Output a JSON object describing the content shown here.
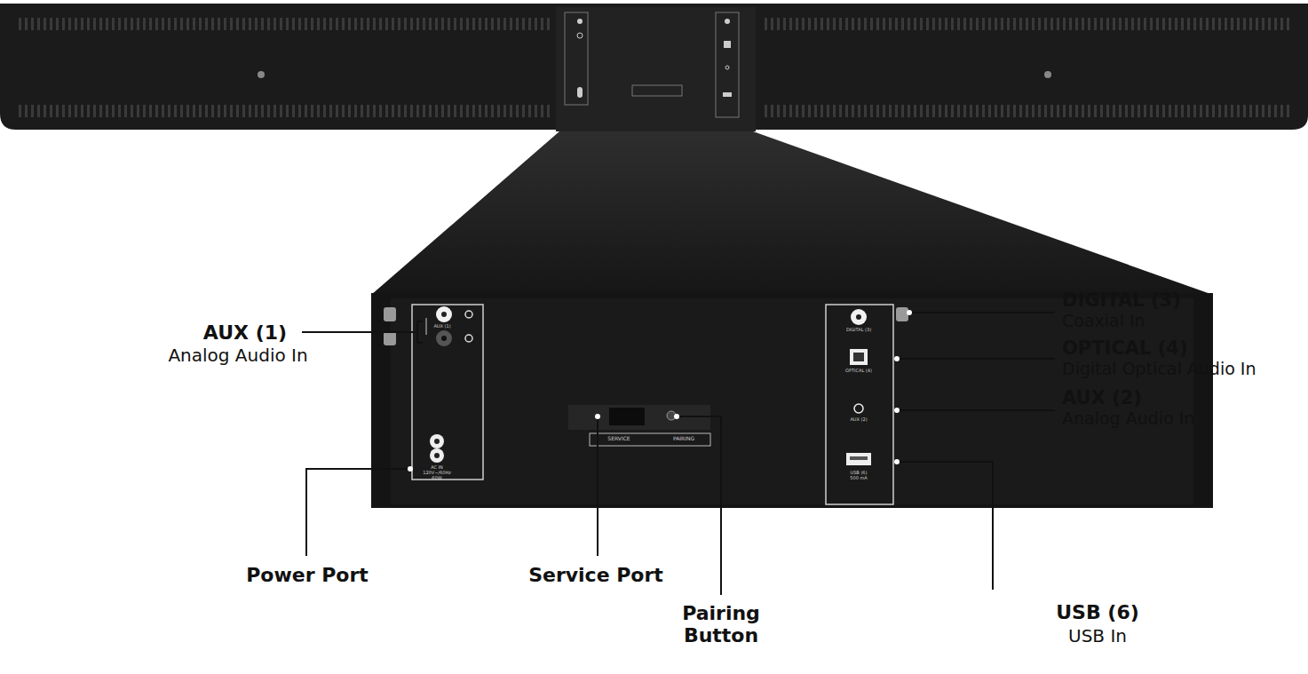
{
  "diagram": {
    "labels": [
      "AUX (1)",
      "Analog Audio In",
      "AUX (1)",
      "AC IN 120V~/60Hz 60W",
      "SERVICE",
      "PAIRING",
      "DIGITAL (3)",
      "OPTICAL (4)",
      "AUX (2)",
      "USB (6) 500 mA",
      "DIGITAL (3)",
      "Coaxial In",
      "OPTICAL (4)",
      "Digital Optical Audio In",
      "AUX (2)",
      "Analog Audio In",
      "Power Port",
      "Service Port",
      "Pairing Button",
      "USB (6)",
      "USB In"
    ]
  }
}
